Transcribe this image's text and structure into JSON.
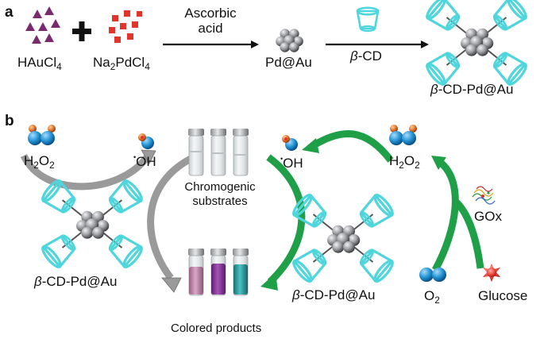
{
  "panel_a": {
    "label": "a",
    "reactant_1": "HAuCl",
    "reactant_1_sub": "4",
    "reactant_2_prefix": "Na",
    "reactant_2_sub1": "2",
    "reactant_2_mid": "PdCl",
    "reactant_2_sub2": "4",
    "reagent_line1": "Ascorbic",
    "reagent_line2": "acid",
    "intermediate": "Pd@Au",
    "reagent_2_beta": "β",
    "reagent_2_rest": "-CD",
    "product_beta": "β",
    "product_rest": "-CD-Pd@Au"
  },
  "panel_b": {
    "label": "b",
    "h2o2_left_main": "H",
    "h2o2_left_s1": "2",
    "h2o2_left_mid": "O",
    "h2o2_left_s2": "2",
    "oh_left_dot": "•",
    "oh_left": "OH",
    "catalyst_left_beta": "β",
    "catalyst_left_rest": "-CD-Pd@Au",
    "substrates_line1": "Chromogenic",
    "substrates_line2": "substrates",
    "products": "Colored products",
    "oh_right_dot": "•",
    "oh_right": "OH",
    "h2o2_right_main": "H",
    "h2o2_right_s1": "2",
    "h2o2_right_mid": "O",
    "h2o2_right_s2": "2",
    "enzyme": "GOx",
    "catalyst_right_beta": "β",
    "catalyst_right_rest": "-CD-Pd@Au",
    "oxygen_main": "O",
    "oxygen_sub": "2",
    "glucose": "Glucose"
  },
  "colors": {
    "cyclodextrin": "#4fd6dc",
    "pd_au_sphere": "#8a8c90",
    "triangle_au": "#7a2a6e",
    "square_pd": "#e2342b",
    "oxygen_blue": "#1f8fd0",
    "hydrogen_orange": "#e2702a",
    "green_arrow": "#1fa048",
    "gray_arrow": "#9a9a9a",
    "vial_pink": "#b6789e",
    "vial_purple": "#8a3c9c",
    "vial_teal": "#2a9ea0"
  }
}
